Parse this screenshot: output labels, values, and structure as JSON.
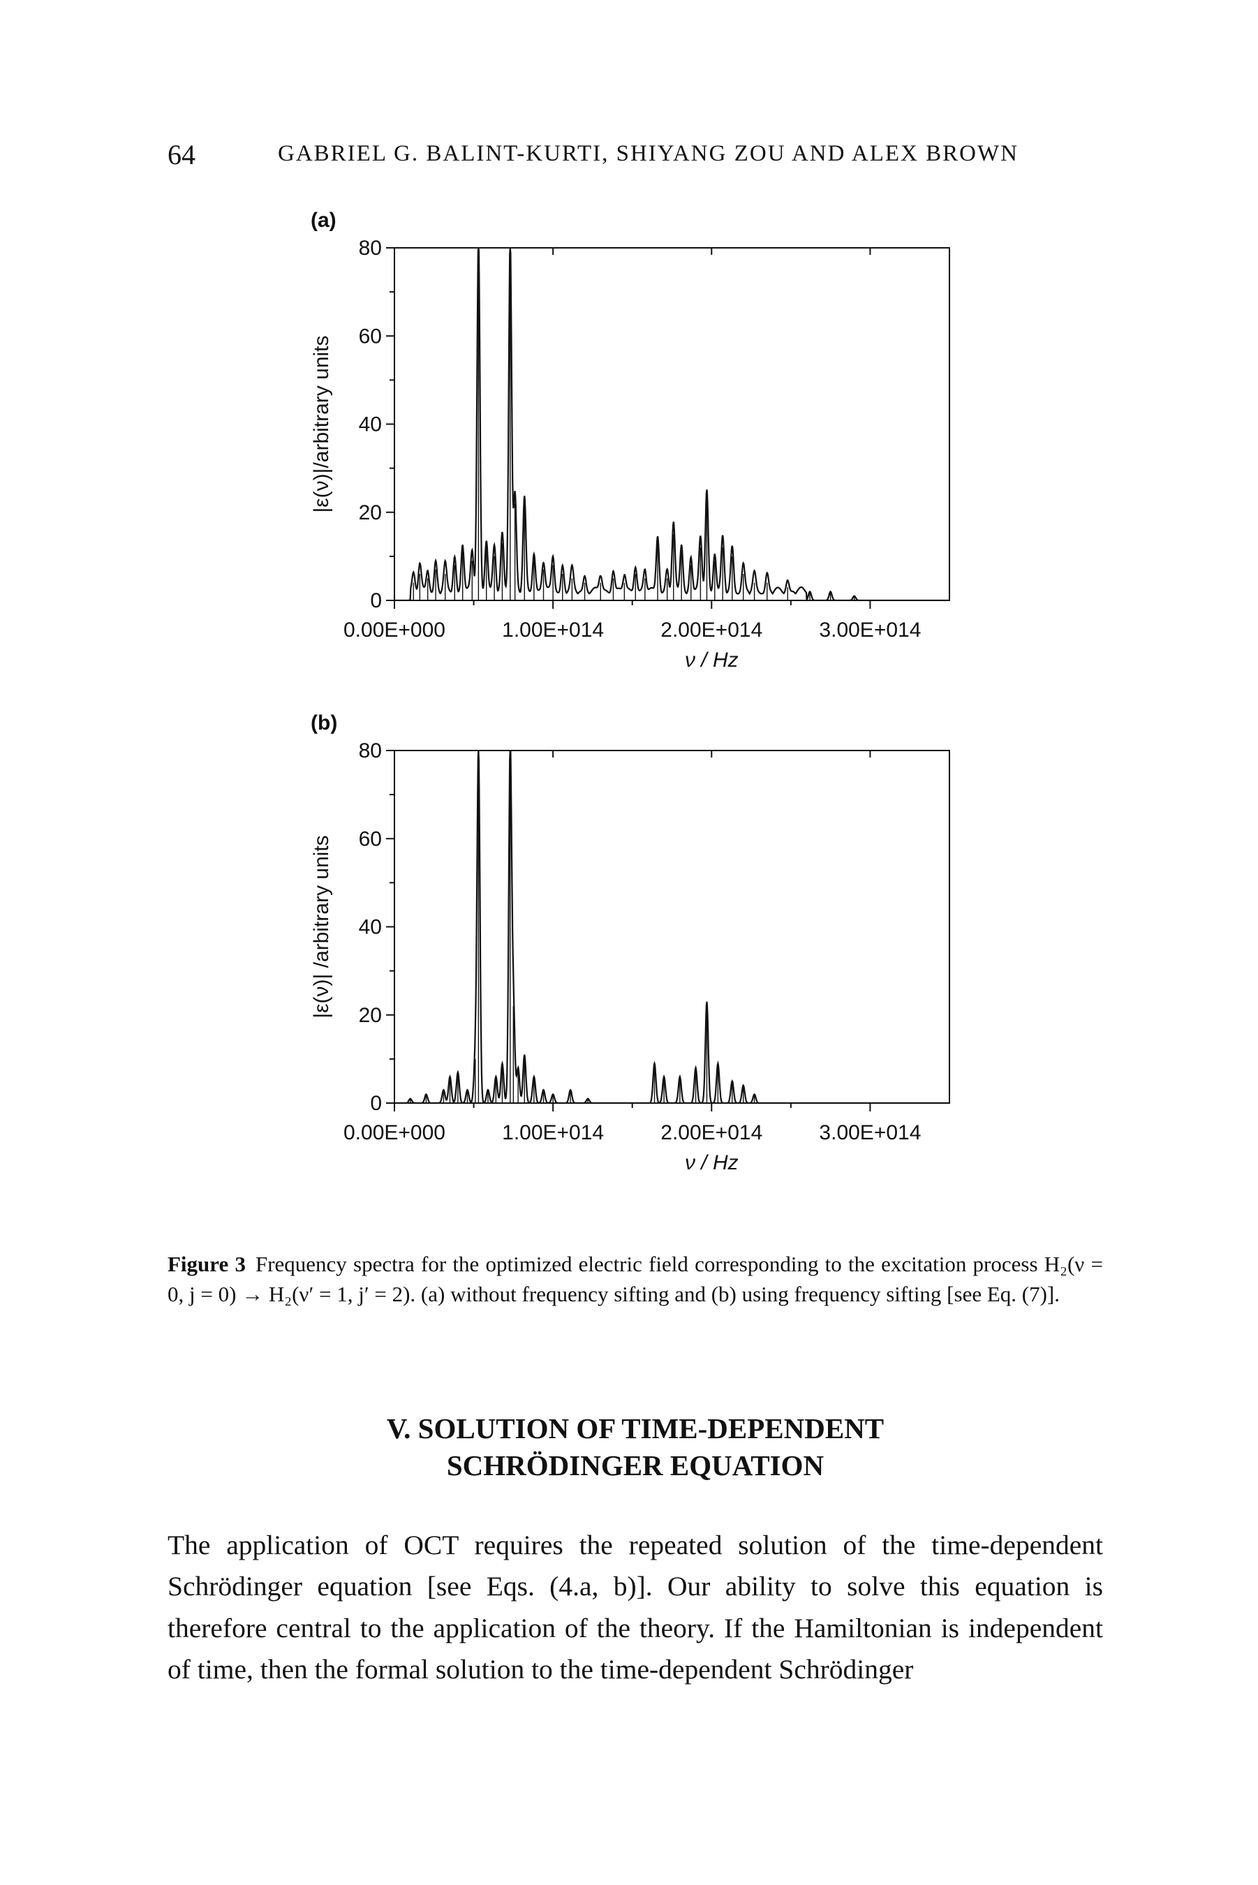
{
  "header": {
    "page_number": "64",
    "authors": "GABRIEL G. BALINT-KURTI, SHIYANG ZOU AND ALEX BROWN"
  },
  "chart_data": [
    {
      "type": "line",
      "panel_label": "(a)",
      "xlabel": "ν / Hz",
      "ylabel": "|ε(ν)|/arbitrary units",
      "xlim": [
        0,
        350000000000000.0
      ],
      "ylim": [
        0,
        80
      ],
      "x_ticks": [
        0,
        100000000000000.0,
        200000000000000.0,
        300000000000000.0
      ],
      "x_tick_labels": [
        "0.00E+000",
        "1.00E+014",
        "2.00E+014",
        "3.00E+014"
      ],
      "y_ticks": [
        0,
        20,
        40,
        60,
        80
      ],
      "y_tick_labels": [
        "0",
        "20",
        "40",
        "60",
        "80"
      ],
      "noise_floor": 3,
      "peaks": [
        {
          "x": 12000000000000.0,
          "y": 4
        },
        {
          "x": 16000000000000.0,
          "y": 6
        },
        {
          "x": 21000000000000.0,
          "y": 5
        },
        {
          "x": 26000000000000.0,
          "y": 7
        },
        {
          "x": 32000000000000.0,
          "y": 6
        },
        {
          "x": 38000000000000.0,
          "y": 8
        },
        {
          "x": 43000000000000.0,
          "y": 11
        },
        {
          "x": 49000000000000.0,
          "y": 9
        },
        {
          "x": 53000000000000.0,
          "y": 80
        },
        {
          "x": 58000000000000.0,
          "y": 12
        },
        {
          "x": 63000000000000.0,
          "y": 10
        },
        {
          "x": 68000000000000.0,
          "y": 13
        },
        {
          "x": 73000000000000.0,
          "y": 80
        },
        {
          "x": 76000000000000.0,
          "y": 22
        },
        {
          "x": 82000000000000.0,
          "y": 21
        },
        {
          "x": 88000000000000.0,
          "y": 9
        },
        {
          "x": 94000000000000.0,
          "y": 7
        },
        {
          "x": 100000000000000.0,
          "y": 8
        },
        {
          "x": 106000000000000.0,
          "y": 6
        },
        {
          "x": 112000000000000.0,
          "y": 5
        },
        {
          "x": 120000000000000.0,
          "y": 4
        },
        {
          "x": 130000000000000.0,
          "y": 4
        },
        {
          "x": 138000000000000.0,
          "y": 5
        },
        {
          "x": 145000000000000.0,
          "y": 4
        },
        {
          "x": 152000000000000.0,
          "y": 6
        },
        {
          "x": 158000000000000.0,
          "y": 5
        },
        {
          "x": 166000000000000.0,
          "y": 13
        },
        {
          "x": 172000000000000.0,
          "y": 5
        },
        {
          "x": 176000000000000.0,
          "y": 15
        },
        {
          "x": 181000000000000.0,
          "y": 11
        },
        {
          "x": 187000000000000.0,
          "y": 8
        },
        {
          "x": 193000000000000.0,
          "y": 12
        },
        {
          "x": 197000000000000.0,
          "y": 23
        },
        {
          "x": 202000000000000.0,
          "y": 9
        },
        {
          "x": 207000000000000.0,
          "y": 12
        },
        {
          "x": 213000000000000.0,
          "y": 10
        },
        {
          "x": 220000000000000.0,
          "y": 6
        },
        {
          "x": 227000000000000.0,
          "y": 4
        },
        {
          "x": 235000000000000.0,
          "y": 4
        },
        {
          "x": 248000000000000.0,
          "y": 3
        },
        {
          "x": 262000000000000.0,
          "y": 2
        },
        {
          "x": 275000000000000.0,
          "y": 2
        },
        {
          "x": 290000000000000.0,
          "y": 1
        }
      ]
    },
    {
      "type": "line",
      "panel_label": "(b)",
      "xlabel": "ν / Hz",
      "ylabel": "|ε(ν)| /arbitrary units",
      "xlim": [
        0,
        350000000000000.0
      ],
      "ylim": [
        0,
        80
      ],
      "x_ticks": [
        0,
        100000000000000.0,
        200000000000000.0,
        300000000000000.0
      ],
      "x_tick_labels": [
        "0.00E+000",
        "1.00E+014",
        "2.00E+014",
        "3.00E+014"
      ],
      "y_ticks": [
        0,
        20,
        40,
        60,
        80
      ],
      "y_tick_labels": [
        "0",
        "20",
        "40",
        "60",
        "80"
      ],
      "noise_floor": 0,
      "peaks": [
        {
          "x": 10000000000000.0,
          "y": 1
        },
        {
          "x": 20000000000000.0,
          "y": 2
        },
        {
          "x": 31000000000000.0,
          "y": 3
        },
        {
          "x": 35000000000000.0,
          "y": 6
        },
        {
          "x": 40000000000000.0,
          "y": 7
        },
        {
          "x": 46000000000000.0,
          "y": 3
        },
        {
          "x": 51000000000000.0,
          "y": 10
        },
        {
          "x": 53000000000000.0,
          "y": 80
        },
        {
          "x": 59000000000000.0,
          "y": 3
        },
        {
          "x": 64000000000000.0,
          "y": 6
        },
        {
          "x": 68000000000000.0,
          "y": 9
        },
        {
          "x": 73000000000000.0,
          "y": 80
        },
        {
          "x": 75000000000000.0,
          "y": 22
        },
        {
          "x": 78000000000000.0,
          "y": 8
        },
        {
          "x": 82000000000000.0,
          "y": 11
        },
        {
          "x": 88000000000000.0,
          "y": 6
        },
        {
          "x": 94000000000000.0,
          "y": 3
        },
        {
          "x": 100000000000000.0,
          "y": 2
        },
        {
          "x": 111000000000000.0,
          "y": 3
        },
        {
          "x": 122000000000000.0,
          "y": 1
        },
        {
          "x": 164000000000000.0,
          "y": 9
        },
        {
          "x": 170000000000000.0,
          "y": 6
        },
        {
          "x": 180000000000000.0,
          "y": 6
        },
        {
          "x": 190000000000000.0,
          "y": 8
        },
        {
          "x": 197000000000000.0,
          "y": 23
        },
        {
          "x": 204000000000000.0,
          "y": 9
        },
        {
          "x": 213000000000000.0,
          "y": 5
        },
        {
          "x": 220000000000000.0,
          "y": 4
        },
        {
          "x": 227000000000000.0,
          "y": 2
        }
      ]
    }
  ],
  "caption": {
    "label": "Figure 3",
    "text": "Frequency spectra for the optimized electric field corresponding to the excitation process H₂(ν = 0, j = 0) → H₂(ν′ = 1, j′ = 2). (a) without frequency sifting and (b) using frequency sifting [see Eq. (7)]."
  },
  "section": {
    "line1": "V.  SOLUTION OF TIME-DEPENDENT",
    "line2": "SCHRÖDINGER EQUATION"
  },
  "body": {
    "paragraph": "The application of OCT requires the repeated solution of the time-dependent Schrödinger equation [see Eqs. (4.a, b)]. Our ability to solve this equation is therefore central to the application of the theory. If the Hamiltonian is independent of time, then the formal solution to the time-dependent Schrödinger"
  }
}
